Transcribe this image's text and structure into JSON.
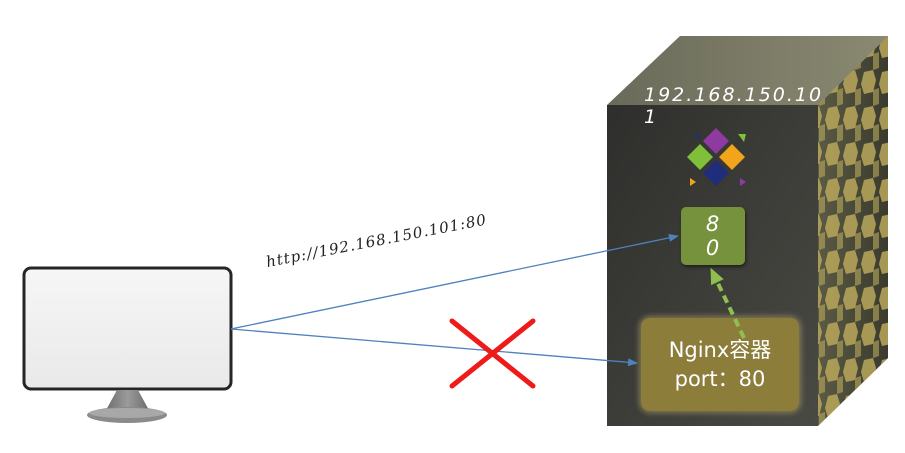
{
  "diagram": {
    "host_ip": "192.168.150.101",
    "port_label": "80",
    "request_url": "http://192.168.150.101:80",
    "container": {
      "name": "Nginx容器",
      "port_text": "port：80"
    }
  },
  "colors": {
    "server_front": "#3a3a36",
    "server_side": "#4a4a3a",
    "honeycomb": "#b9a85a",
    "port_box": "#76923c",
    "container_box": "#8c7d3a",
    "arrow_blue": "#4f81bd",
    "arrow_dashed": "#8fbf4f",
    "cross": "#ee1b1b",
    "monitor_stand": "#7f7f7f"
  },
  "icons": {
    "client": "monitor-icon",
    "docker_host": "server-tower-icon",
    "logo": "colorful-diamond-logo-icon",
    "blocked": "red-x-icon"
  }
}
